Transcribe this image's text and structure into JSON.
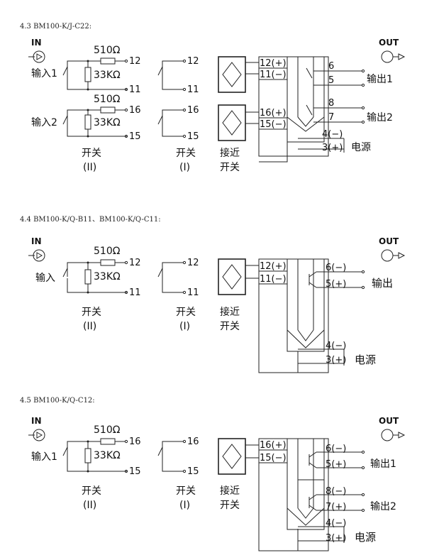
{
  "sections": [
    {
      "title": "4.3 BM100-K/J-C22:",
      "in_label": "IN",
      "out_label": "OUT",
      "inputs": [
        {
          "name": "输入1",
          "r_top": "510Ω",
          "r_mid": "33KΩ",
          "t_top": "12",
          "t_bot": "11"
        },
        {
          "name": "输入2",
          "r_top": "510Ω",
          "r_mid": "33KΩ",
          "t_top": "16",
          "t_bot": "15"
        }
      ],
      "switch_i_terms": [
        [
          "12",
          "11"
        ],
        [
          "16",
          "15"
        ]
      ],
      "switch_ii_label": [
        "开关",
        "(II)"
      ],
      "switch_i_label": [
        "开关",
        "(I)"
      ],
      "prox_label": [
        "接近",
        "开关"
      ],
      "module_in_terms": [
        [
          "12(+)",
          "11(−)"
        ],
        [
          "16(+)",
          "15(−)"
        ]
      ],
      "module_out_terms": [
        [
          "6",
          "5"
        ],
        [
          "8",
          "7"
        ]
      ],
      "power_terms": [
        "4(−)",
        "3(+)"
      ],
      "outputs": [
        "输出1",
        "输出2"
      ],
      "power_label": "电源"
    },
    {
      "title": "4.4 BM100-K/Q-B11、BM100-K/Q-C11:",
      "in_label": "IN",
      "out_label": "OUT",
      "inputs": [
        {
          "name": "输入",
          "r_top": "510Ω",
          "r_mid": "33KΩ",
          "t_top": "12",
          "t_bot": "11"
        }
      ],
      "switch_i_terms": [
        [
          "12",
          "11"
        ]
      ],
      "switch_ii_label": [
        "开关",
        "(II)"
      ],
      "switch_i_label": [
        "开关",
        "(I)"
      ],
      "prox_label": [
        "接近",
        "开关"
      ],
      "module_in_terms": [
        [
          "12(+)",
          "11(−)"
        ]
      ],
      "module_out_terms": [
        [
          "6(−)",
          "5(+)"
        ]
      ],
      "power_terms": [
        "4(−)",
        "3(+)"
      ],
      "outputs": [
        "输出"
      ],
      "power_label": "电源"
    },
    {
      "title": "4.5 BM100-K/Q-C12:",
      "in_label": "IN",
      "out_label": "OUT",
      "inputs": [
        {
          "name": "输入1",
          "r_top": "510Ω",
          "r_mid": "33KΩ",
          "t_top": "16",
          "t_bot": "15"
        }
      ],
      "switch_i_terms": [
        [
          "16",
          "15"
        ]
      ],
      "switch_ii_label": [
        "开关",
        "(II)"
      ],
      "switch_i_label": [
        "开关",
        "(I)"
      ],
      "prox_label": [
        "接近",
        "开关"
      ],
      "module_in_terms": [
        [
          "16(+)",
          "15(−)"
        ]
      ],
      "module_out_terms": [
        [
          "6(−)",
          "5(+)"
        ],
        [
          "8(−)",
          "7(+)"
        ]
      ],
      "power_terms": [
        "4(−)",
        "3(+)"
      ],
      "outputs": [
        "输出1",
        "输出2"
      ],
      "power_label": "电源"
    }
  ]
}
